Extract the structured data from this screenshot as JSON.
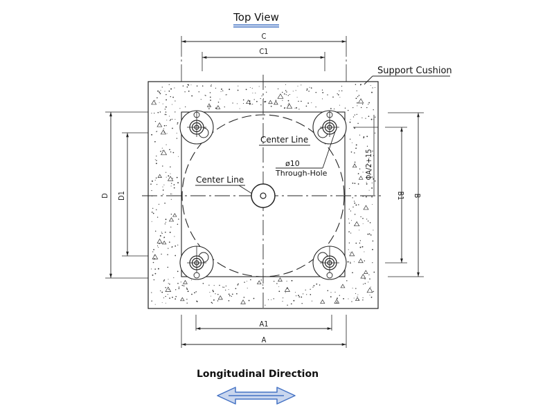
{
  "title": "Top View",
  "support_label": "Support Cushion",
  "center_line_upper": "Center Line",
  "center_line_left": "Center Line",
  "hole_diameter": "ø10",
  "hole_label": "Through-Hole",
  "dimensions": {
    "C": "C",
    "C1": "C1",
    "D": "D",
    "D1": "D1",
    "B": "B",
    "B1": "B1",
    "A": "A",
    "A1": "A1",
    "radius_expr": "ΦA/2+15"
  },
  "direction_label": "Longitudinal Direction",
  "colors": {
    "line": "#222222",
    "accent": "#4472c4",
    "arrow_fill": "#c9d6ee"
  }
}
